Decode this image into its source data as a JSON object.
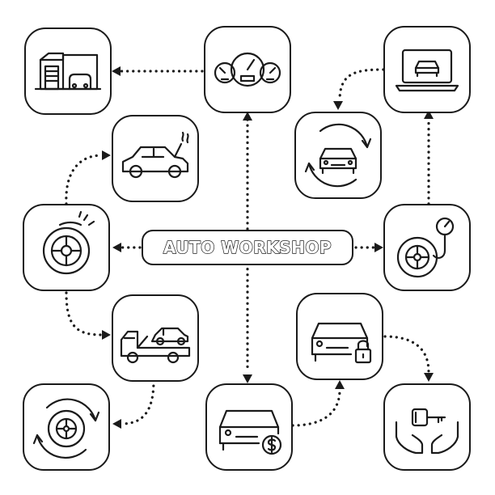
{
  "title": "AUTO WORKSHOP",
  "nodes": [
    {
      "id": "garage",
      "icon": "garage-icon"
    },
    {
      "id": "dashboard",
      "icon": "dashboard-gauges-icon"
    },
    {
      "id": "online-diagnostics",
      "icon": "laptop-car-icon"
    },
    {
      "id": "breakdown",
      "icon": "car-open-hood-icon"
    },
    {
      "id": "car-service-cycle",
      "icon": "car-refresh-icon"
    },
    {
      "id": "brake-disc",
      "icon": "brake-disc-icon"
    },
    {
      "id": "tire-pressure",
      "icon": "tire-pressure-gauge-icon"
    },
    {
      "id": "tow-truck",
      "icon": "tow-truck-icon"
    },
    {
      "id": "car-security",
      "icon": "car-lock-icon"
    },
    {
      "id": "tire-change",
      "icon": "tire-rotate-icon"
    },
    {
      "id": "car-price",
      "icon": "car-dollar-icon"
    },
    {
      "id": "car-key",
      "icon": "hands-car-key-icon"
    }
  ],
  "colors": {
    "line": "#1a1a1a",
    "background": "#ffffff"
  }
}
